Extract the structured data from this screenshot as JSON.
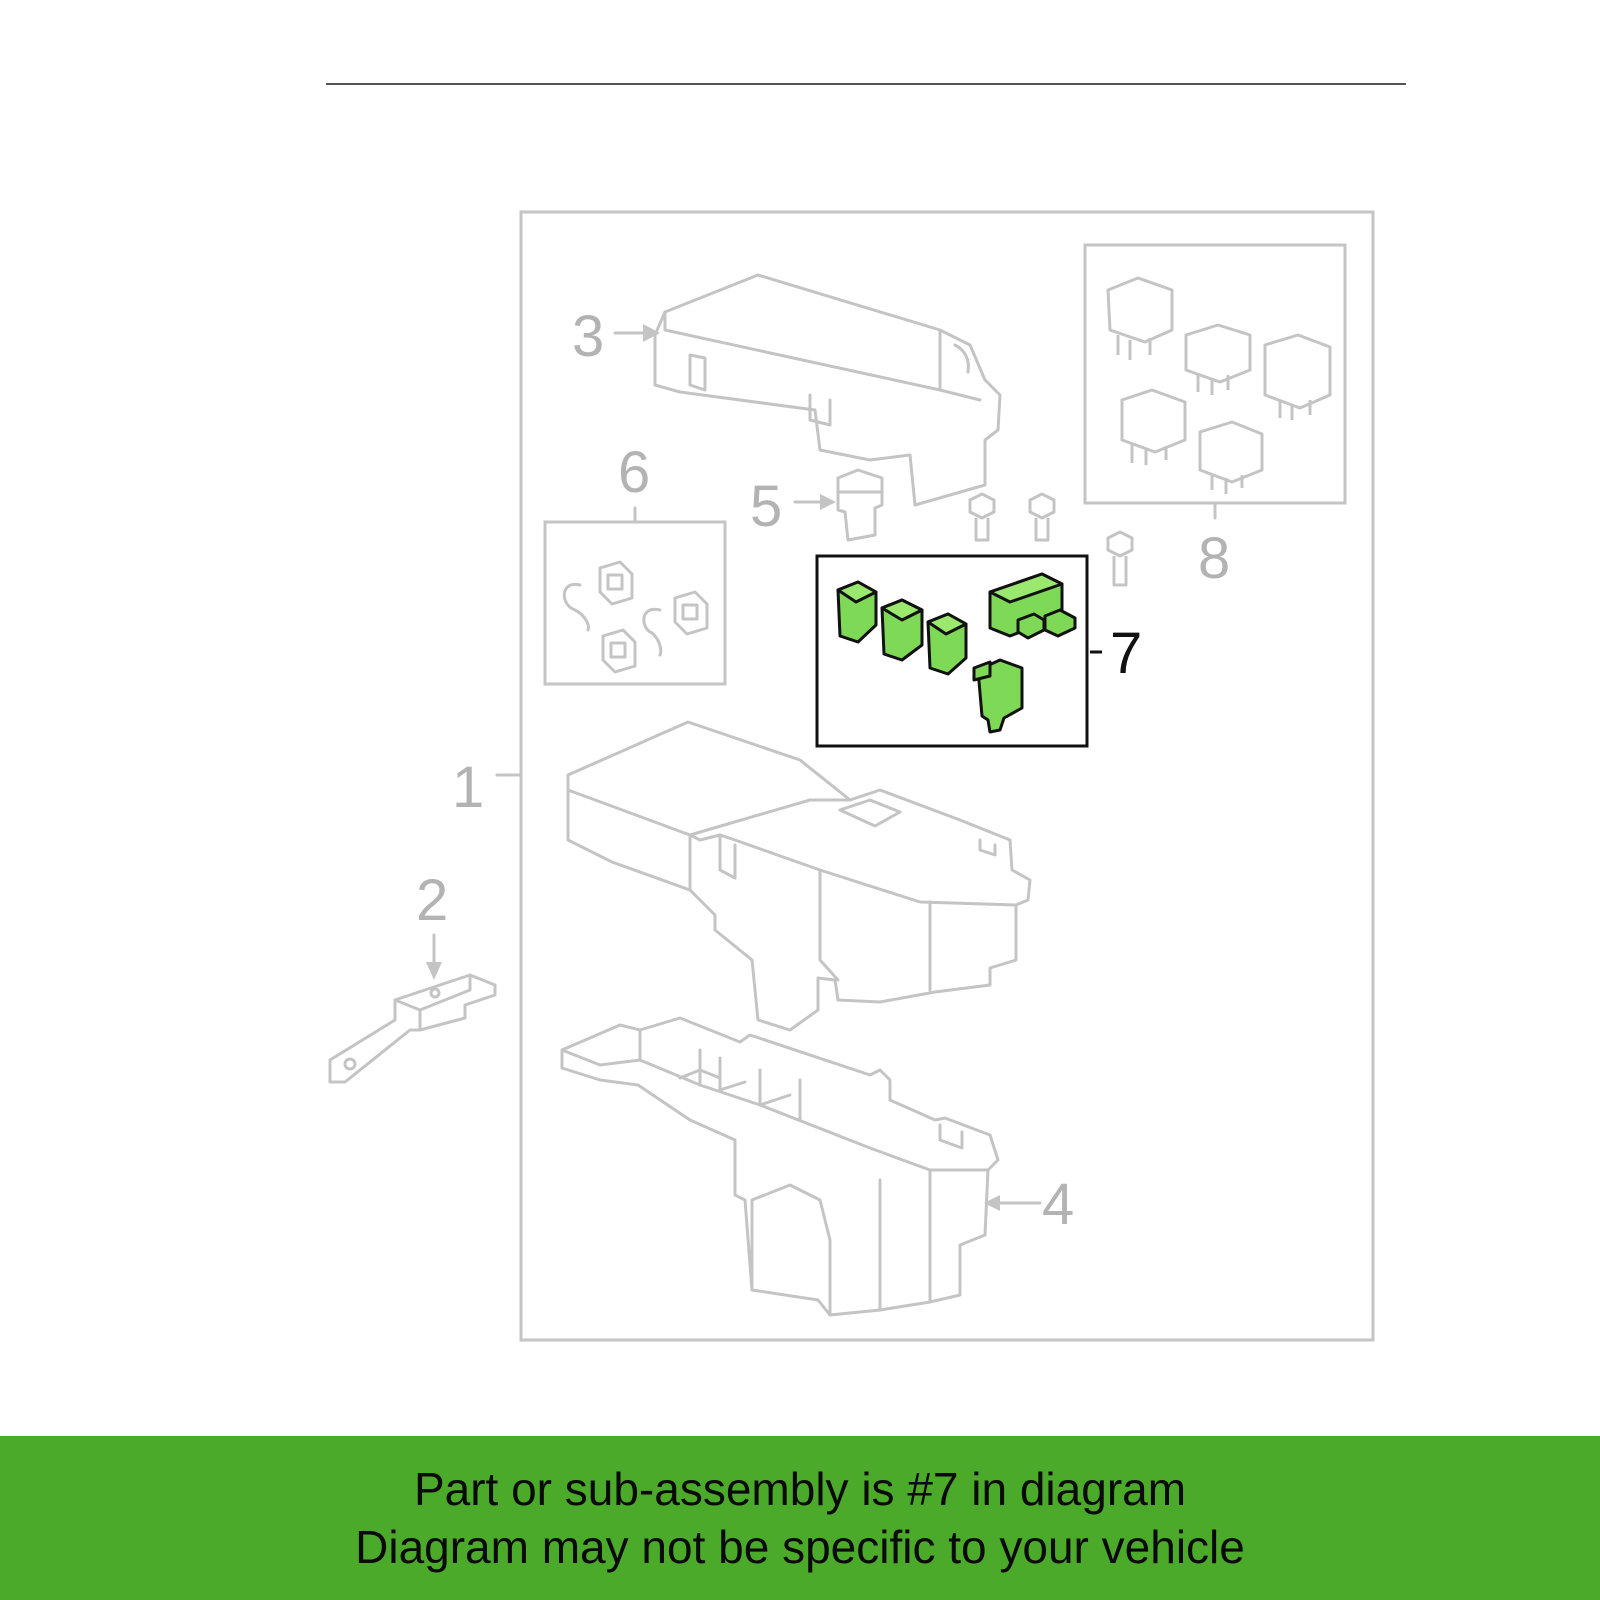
{
  "callouts": {
    "c1": "1",
    "c2": "2",
    "c3": "3",
    "c4": "4",
    "c5": "5",
    "c6": "6",
    "c7": "7",
    "c8": "8"
  },
  "highlight_part": "7",
  "colors": {
    "highlight_fill": "#7ed957",
    "banner_bg": "#4caa2a",
    "ghost_line": "#c4c4c4"
  },
  "banner": {
    "line1": "Part or sub-assembly is #7 in diagram",
    "line2": "Diagram may not be specific to your vehicle"
  }
}
